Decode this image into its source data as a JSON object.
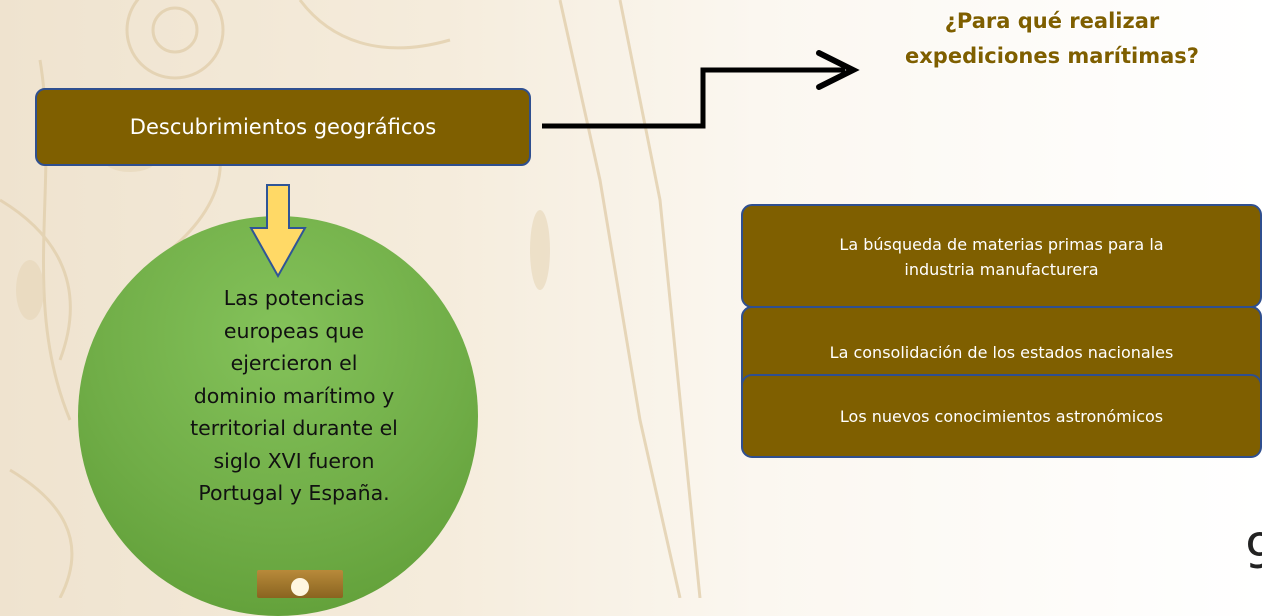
{
  "topic": {
    "label": "Descubrimientos geográficos"
  },
  "question": {
    "line1": "¿Para qué realizar",
    "line2": "expediciones marítimas?"
  },
  "conclusion": {
    "lines": [
      "Las potencias",
      "europeas que",
      "ejercieron el",
      "dominio marítimo y",
      "territorial durante el",
      "siglo XVI fueron",
      "Portugal y España."
    ]
  },
  "reasons": [
    {
      "line1": "La búsqueda de materias primas para la",
      "line2": "industria manufacturera"
    },
    {
      "line1": "La consolidación de los estados nacionales"
    },
    {
      "line1": "Los nuevos conocimientos astronómicos"
    }
  ],
  "page": {
    "number_partial": "9"
  },
  "colors": {
    "box_fill": "#7f5f00",
    "box_border": "#2f4f8f",
    "circle_fill": "#70ad47",
    "down_arrow_fill": "#ffd966",
    "down_arrow_border": "#2f5597",
    "connector": "#000000",
    "question_text": "#7f5f00"
  }
}
